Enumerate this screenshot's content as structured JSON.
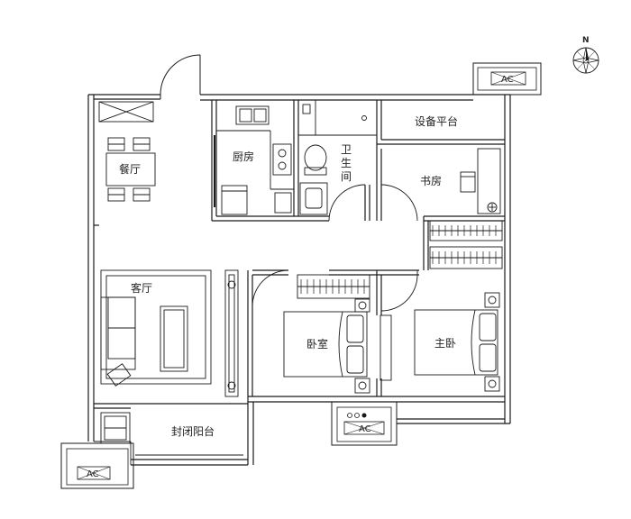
{
  "rooms": {
    "dining": "餐厅",
    "kitchen": "厨房",
    "bath": "卫\n生\n间",
    "equipment": "设备平台",
    "study": "书房",
    "living": "客厅",
    "bedroom": "卧室",
    "master": "主卧",
    "balcony": "封闭阳台"
  },
  "ac_label": "AC",
  "compass_label": "N",
  "colors": {
    "wall": "#1a1a1a",
    "fixture": "#333333",
    "background": "#ffffff"
  }
}
